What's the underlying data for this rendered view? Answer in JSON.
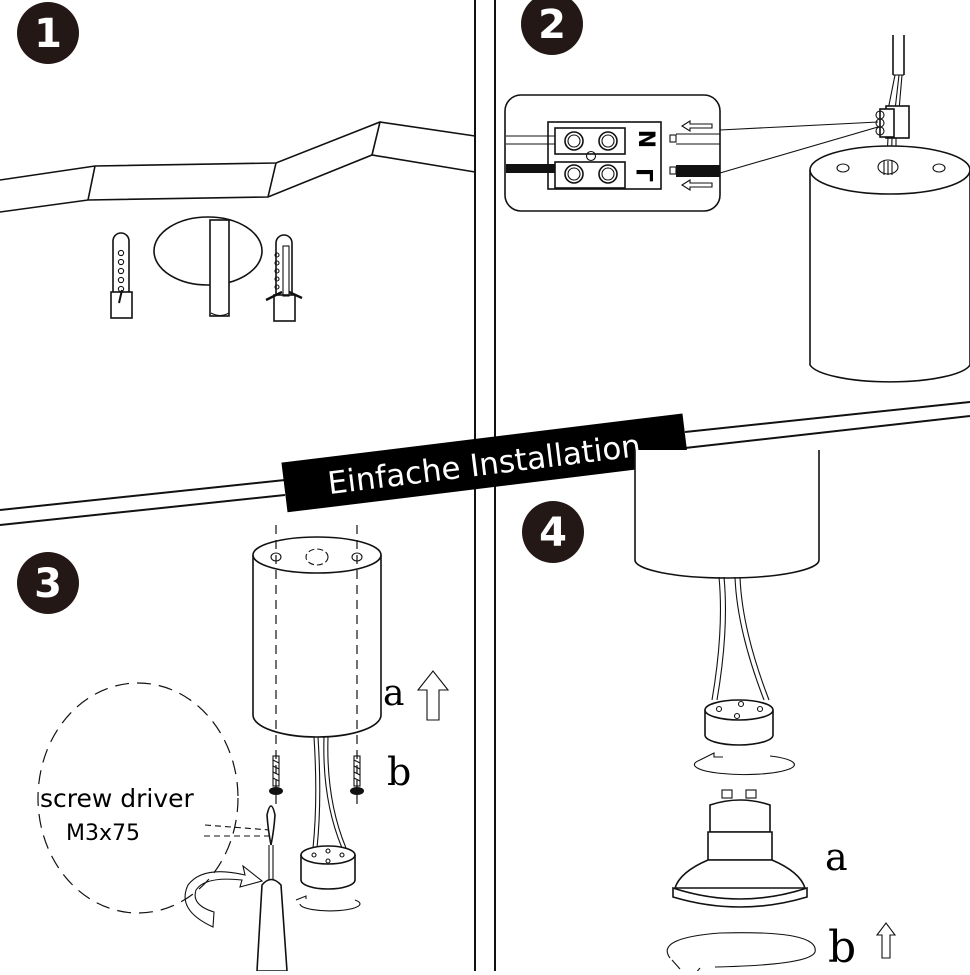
{
  "document": {
    "title": "Einfache Installation",
    "steps": [
      {
        "number": "1",
        "description": "ceiling-mounting-drill-holes-and-dowels"
      },
      {
        "number": "2",
        "description": "connect-wires-to-terminal-block"
      },
      {
        "number": "3",
        "description": "attach-housing-with-screws"
      },
      {
        "number": "4",
        "description": "insert-bulb-and-retaining-clip"
      }
    ]
  },
  "step2": {
    "terminal_labels": {
      "neutral": "N",
      "live": "L"
    }
  },
  "step3": {
    "tool_label": "screw driver",
    "screw_spec": "M3x75",
    "label_a": "a",
    "label_b": "b"
  },
  "step4": {
    "label_a": "a",
    "label_b": "b"
  },
  "colors": {
    "ink": "#111111",
    "badge_fill": "#231815",
    "banner_fill": "#000000",
    "banner_text": "#ffffff",
    "background": "#ffffff"
  }
}
